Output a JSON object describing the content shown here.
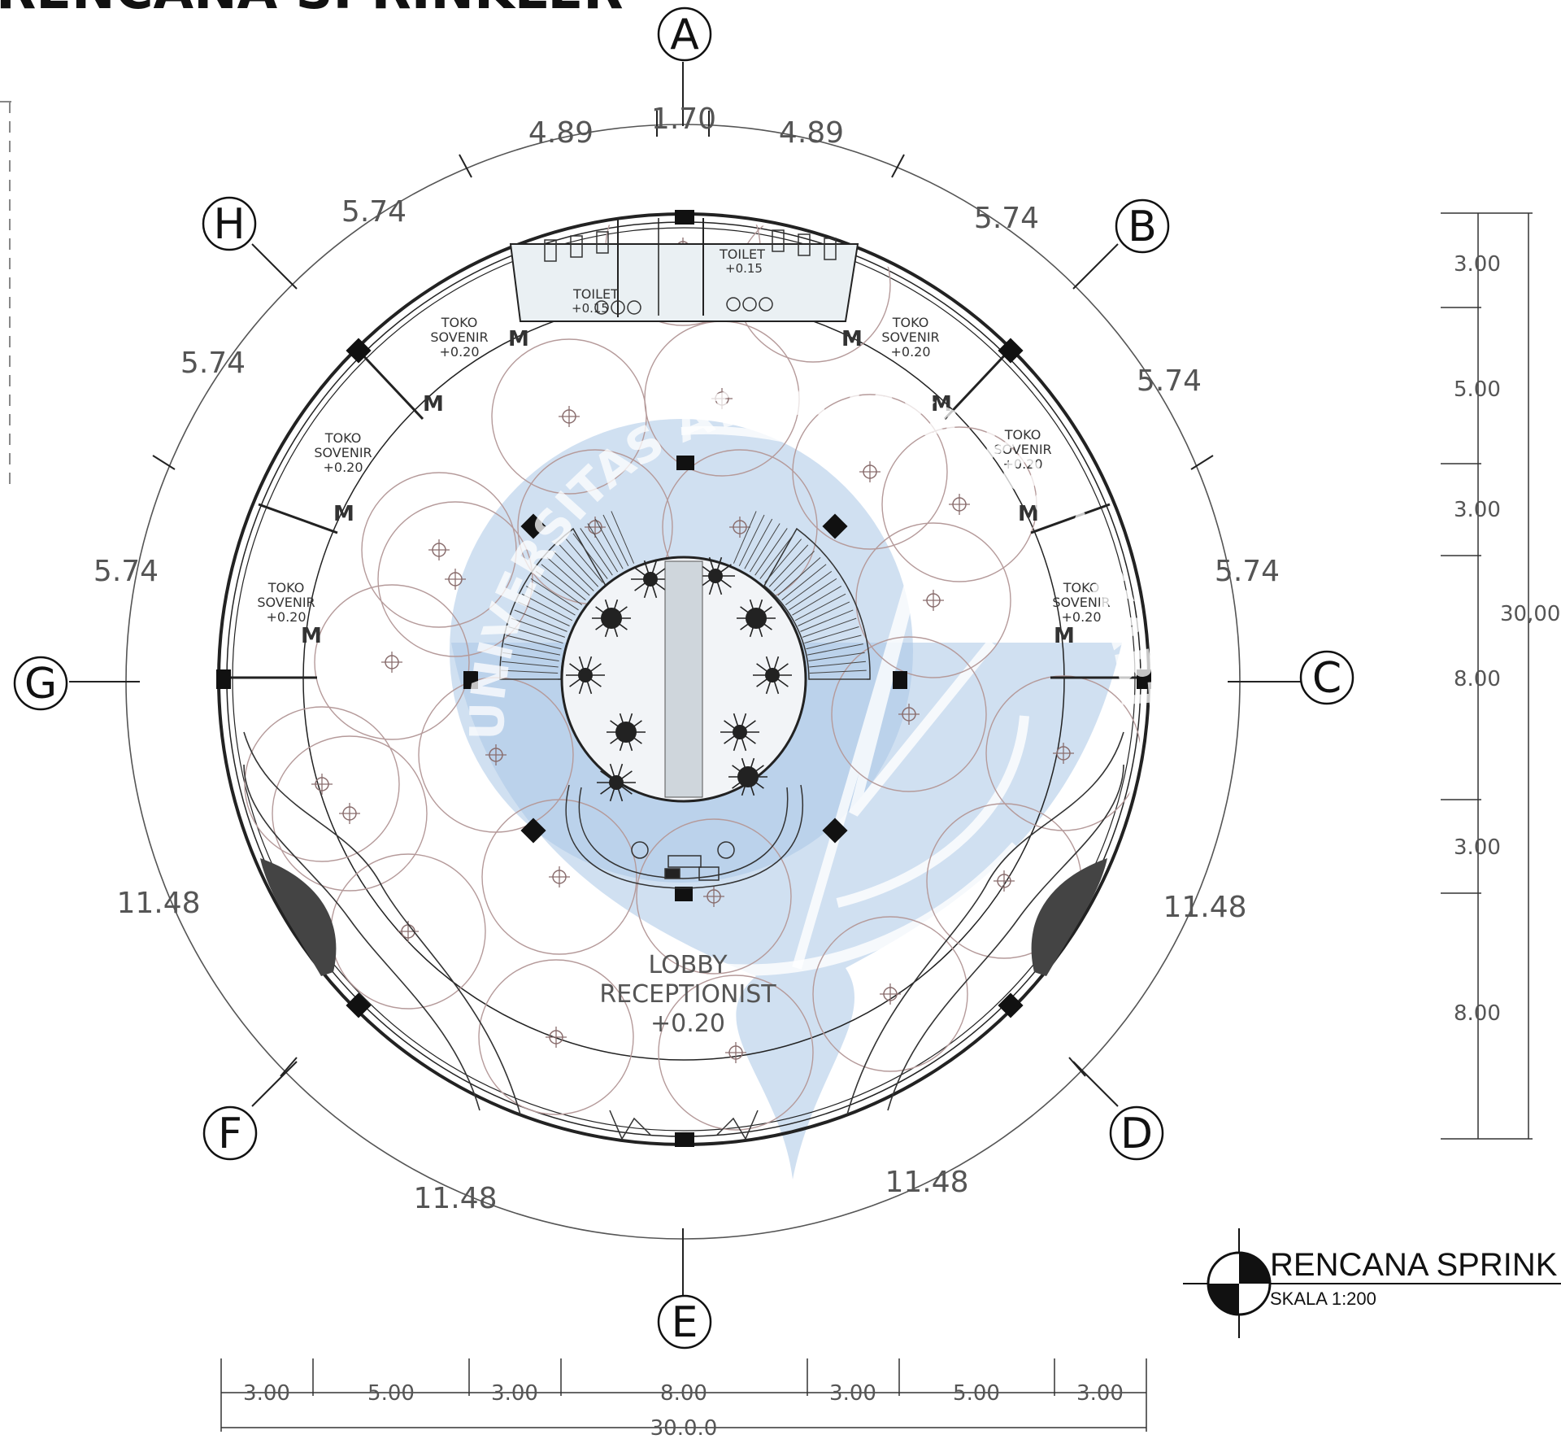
{
  "header": {
    "title_fragment": "RENCANA SPRINKLER"
  },
  "grid_labels": {
    "A": "A",
    "B": "B",
    "C": "C",
    "D": "D",
    "E": "E",
    "F": "F",
    "G": "G",
    "H": "H"
  },
  "arc_dims": {
    "top_center": "1.70",
    "top_left": "4.89",
    "top_right": "4.89",
    "upper_left_1": "5.74",
    "upper_left_2": "5.74",
    "upper_left_3": "5.74",
    "upper_right_1": "5.74",
    "upper_right_2": "5.74",
    "upper_right_3": "5.74",
    "lower_left_1": "11.48",
    "lower_left_2": "11.48",
    "lower_right_1": "11.48",
    "lower_right_2": "11.48"
  },
  "rooms": {
    "toilet_left": {
      "name": "TOILET",
      "level": "+0.15"
    },
    "toilet_right": {
      "name": "TOILET",
      "level": "+0.15"
    },
    "shop_1": {
      "name": "TOKO",
      "name2": "SOVENIR",
      "level": "+0.20"
    },
    "shop_2": {
      "name": "TOKO",
      "name2": "SOVENIR",
      "level": "+0.20"
    },
    "shop_3": {
      "name": "TOKO",
      "name2": "SOVENIR",
      "level": "+0.20"
    },
    "shop_4": {
      "name": "TOKO",
      "name2": "SOVENIR",
      "level": "+0.20"
    },
    "shop_5": {
      "name": "TOKO",
      "name2": "SOVENIR",
      "level": "+0.20"
    },
    "shop_6": {
      "name": "TOKO",
      "name2": "SOVENIR",
      "level": "+0.20"
    },
    "lobby": {
      "name": "LOBBY",
      "name2": "RECEPTIONIST",
      "level": "+0.20"
    }
  },
  "right_dims": {
    "d1": "3.00",
    "d2": "5.00",
    "d3": "3.00",
    "d4": "8.00",
    "d5": "3.00",
    "d6": "8.00",
    "total": "30,00"
  },
  "bottom_dims": {
    "d1": "3.00",
    "d2": "5.00",
    "d3": "3.00",
    "d4": "8.00",
    "d5": "3.00",
    "d6": "5.00",
    "d7": "3.00",
    "total": "30.0.0"
  },
  "title_block": {
    "title": "RENCANA SPRINK",
    "scale": "SKALA 1:200"
  },
  "watermark": {
    "text": "UNIVERSITAS ATMA JAYA YOGYAKARTA"
  },
  "colors": {
    "watermark_blue": "#a9c6e6",
    "line": "#222222",
    "sprinkler": "#a08080"
  }
}
